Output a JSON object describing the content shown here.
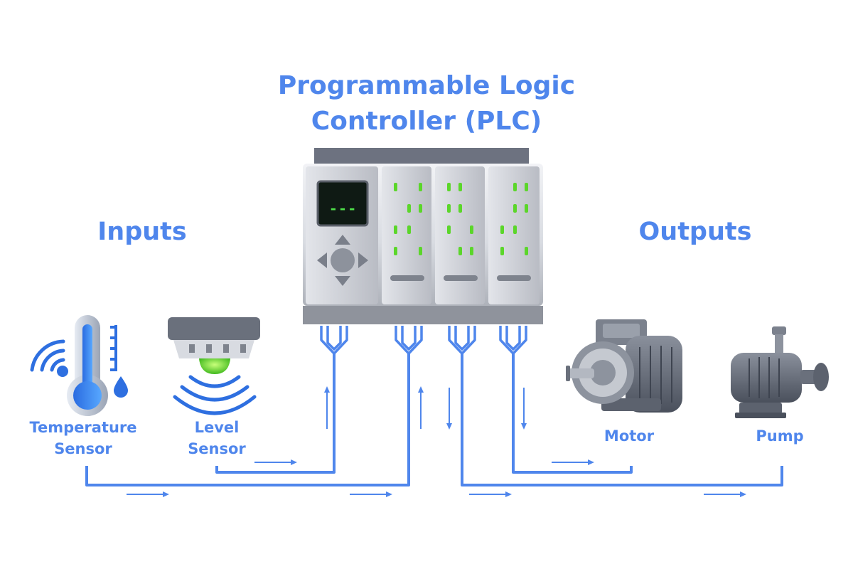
{
  "title": "Programmable Logic Controller (PLC)",
  "sections": {
    "inputs": "Inputs",
    "outputs": "Outputs"
  },
  "inputs": [
    {
      "label": "Temperature Sensor",
      "icon": "thermometer-icon"
    },
    {
      "label": "Level Sensor",
      "icon": "level-sensor-icon"
    }
  ],
  "outputs": [
    {
      "label": "Motor",
      "icon": "motor-icon"
    },
    {
      "label": "Pump",
      "icon": "pump-icon"
    }
  ],
  "plc": {
    "display": "---",
    "modules": 3
  },
  "colors": {
    "accent": "#4f86ec",
    "led": "#5bd62a",
    "display": "#0f1a14",
    "display_text": "#4fe04a",
    "metal": "#a9acb4"
  }
}
